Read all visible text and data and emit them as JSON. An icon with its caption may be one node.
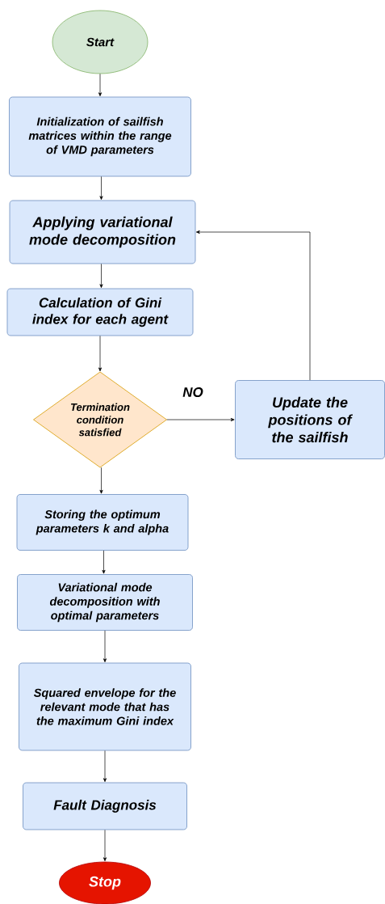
{
  "diagram": {
    "nodes": [
      {
        "text": [
          "Start"
        ]
      },
      {
        "text": [
          "Initialization of sailfish matrices within the range of VMD parameters"
        ]
      },
      {
        "text": [
          "Applying variational mode decomposition"
        ]
      },
      {
        "text": [
          "Calculation of Gini index for each agent"
        ]
      },
      {
        "text": [
          "Termination condition satisfied"
        ]
      },
      {
        "text": [
          "Update the positions of the sailfish"
        ]
      },
      {
        "text": [
          "Storing the optimum parameters k and alpha"
        ]
      },
      {
        "text": [
          "Variational mode decomposition with optimal parameters"
        ]
      },
      {
        "text": [
          "Squared envelope for the relevant mode that has the maximum Gini index"
        ]
      },
      {
        "text": [
          "Fault Diagnosis"
        ]
      },
      {
        "text": [
          "Stop"
        ]
      }
    ],
    "edges": [
      {
        "from": 0,
        "to": 1,
        "arrow": "to"
      },
      {
        "from": 1,
        "to": 2,
        "arrow": "to"
      },
      {
        "from": 2,
        "to": 3,
        "arrow": "to"
      },
      {
        "from": 3,
        "to": 4,
        "arrow": "to"
      },
      {
        "from": 4,
        "to": 5,
        "arrow": "to",
        "label": "NO"
      },
      {
        "from": 5,
        "to": 2,
        "arrow": "to"
      },
      {
        "from": 4,
        "to": 6,
        "arrow": "to"
      },
      {
        "from": 6,
        "to": 7,
        "arrow": "to"
      },
      {
        "from": 7,
        "to": 8,
        "arrow": "to"
      },
      {
        "from": 8,
        "to": 9,
        "arrow": "to"
      },
      {
        "from": 9,
        "to": 10,
        "arrow": "to"
      }
    ]
  }
}
